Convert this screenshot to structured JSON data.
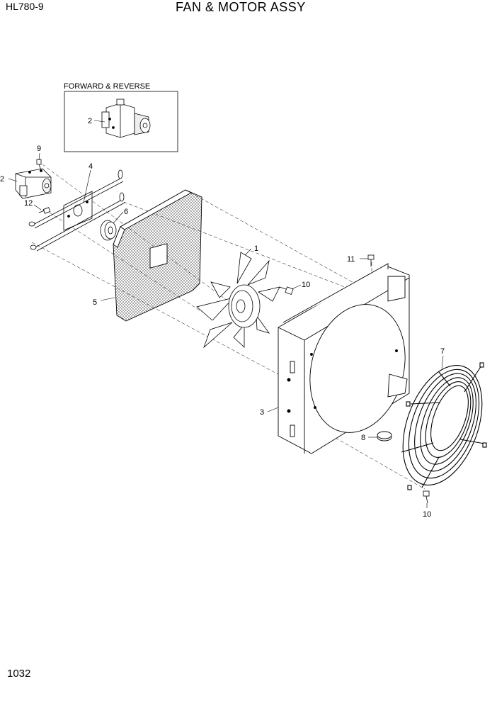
{
  "header": {
    "model": "HL780-9",
    "title": "FAN & MOTOR ASSY"
  },
  "footer": {
    "page_number": "1032"
  },
  "inset": {
    "label": "FORWARD & REVERSE",
    "callout": "2"
  },
  "callouts": [
    {
      "id": "fan",
      "label": "1"
    },
    {
      "id": "motor",
      "label": "2"
    },
    {
      "id": "shroud",
      "label": "3"
    },
    {
      "id": "bracket",
      "label": "4"
    },
    {
      "id": "guard-panel",
      "label": "5"
    },
    {
      "id": "hub-adapter",
      "label": "6"
    },
    {
      "id": "fan-guard",
      "label": "7"
    },
    {
      "id": "grommet",
      "label": "8"
    },
    {
      "id": "bolt-motor",
      "label": "9"
    },
    {
      "id": "bolt-fan",
      "label": "10"
    },
    {
      "id": "bolt-guard",
      "label": "10"
    },
    {
      "id": "bolt-shroud",
      "label": "11"
    },
    {
      "id": "bolt-bracket",
      "label": "12"
    }
  ]
}
